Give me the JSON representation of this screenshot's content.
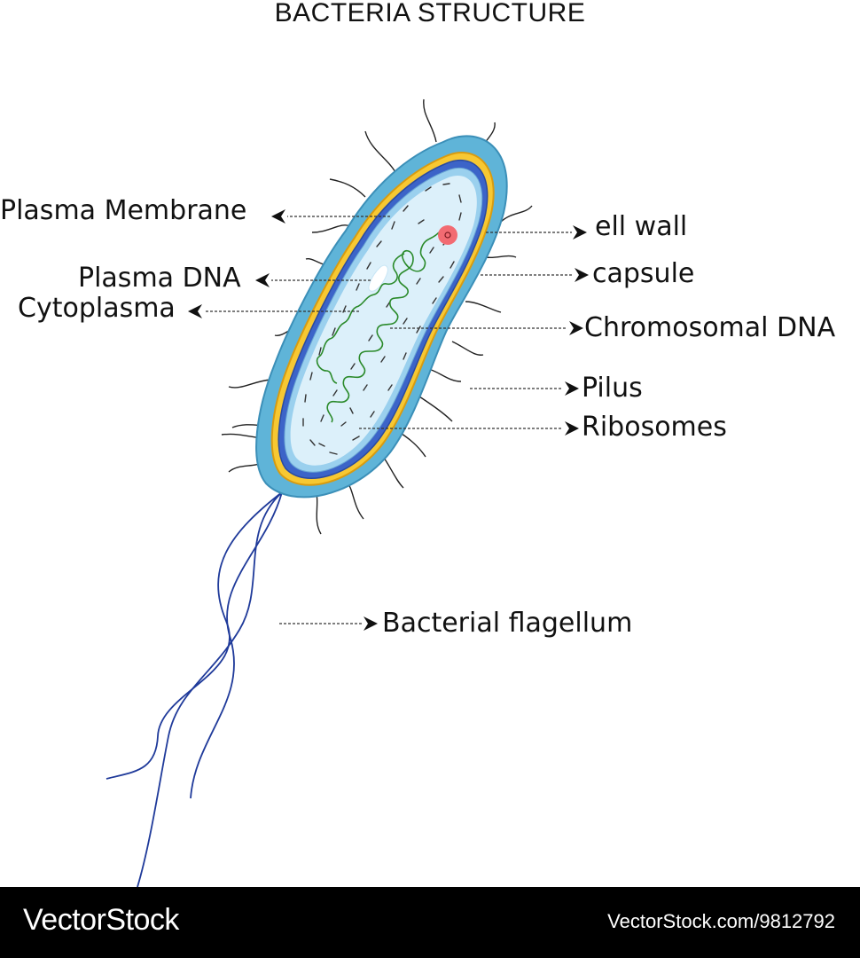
{
  "title": "BACTERIA STRUCTURE",
  "labels": {
    "plasma_membrane": "Plasma Membrane",
    "plasma_dna": "Plasma DNA",
    "cytoplasma": "Cytoplasma",
    "cell_wall": "ell wall",
    "capsule": "capsule",
    "chromosomal_dna": "Chromosomal DNA",
    "pilus": "Pilus",
    "ribosomes": "Ribosomes",
    "flagellum": "Bacterial flagellum"
  },
  "footer": {
    "brand": "VectorStock",
    "url": "VectorStock.com/9812792"
  },
  "colors": {
    "capsule": "#5fb4d8",
    "cell_wall": "#f7c832",
    "membrane": "#3c64c8",
    "cytoplasm": "#dcf0fa",
    "chromosome": "#2a8a2a",
    "plasmid": "#f26b72",
    "flagellum": "#1f3a9a"
  }
}
